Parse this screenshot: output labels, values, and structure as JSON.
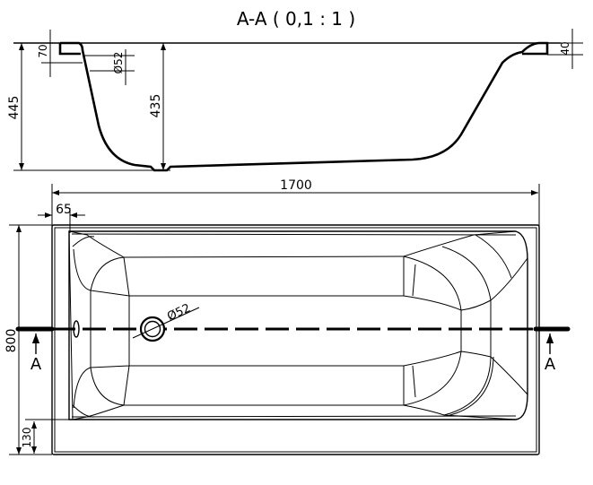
{
  "title": "A-A ( 0,1 : 1 )",
  "section_view": {
    "dimensions": {
      "overall_height": "445",
      "inner_depth": "435",
      "rim_left_height": "70",
      "overflow_diameter": "Ø52",
      "rim_right_height": "40"
    }
  },
  "plan_view": {
    "dimensions": {
      "length": "1700",
      "rim_offset": "65",
      "width": "800",
      "bottom_rim": "130",
      "drain_diameter": "Ø52"
    },
    "section_marker_left": "A",
    "section_marker_right": "A"
  },
  "colors": {
    "line": "#000000",
    "background": "#ffffff"
  }
}
